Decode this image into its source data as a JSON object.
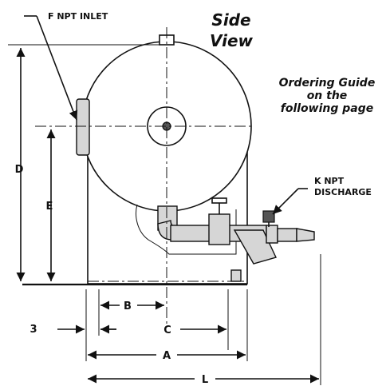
{
  "title": {
    "line1": "Side",
    "line2": "View"
  },
  "ordering_note": {
    "line1": "Ordering Guide",
    "line2": "on the",
    "line3": "following page"
  },
  "callouts": {
    "inlet": "F NPT INLET",
    "discharge_line1": "K NPT",
    "discharge_line2": "DISCHARGE"
  },
  "dimensions": {
    "a": "A",
    "b": "B",
    "c": "C",
    "d": "D",
    "e": "E",
    "l": "L",
    "three": "3"
  }
}
